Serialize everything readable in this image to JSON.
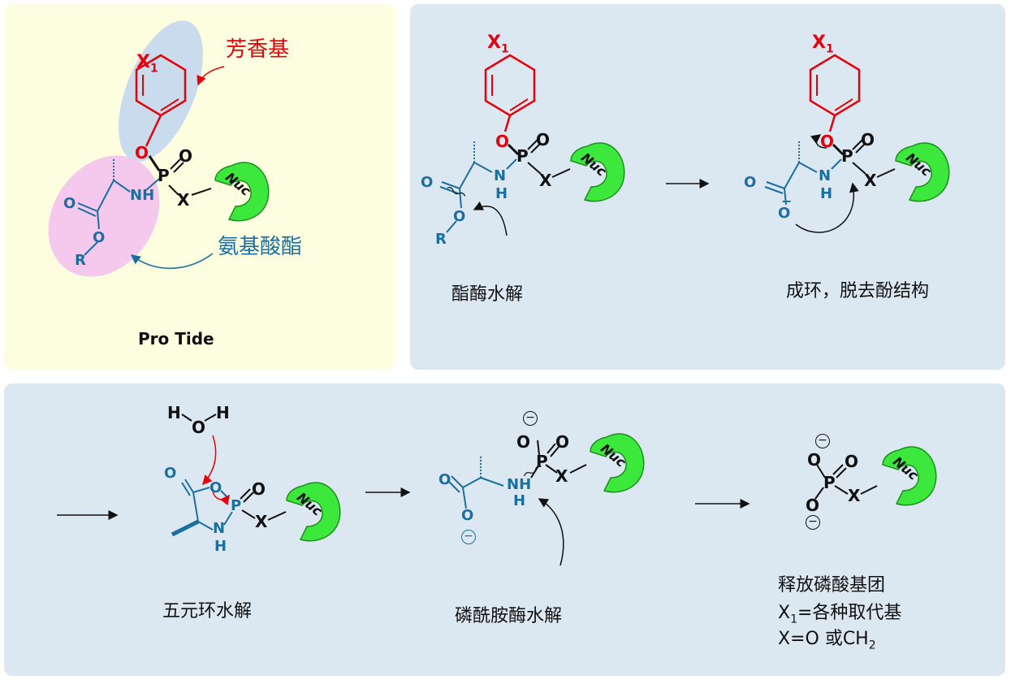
{
  "panels": {
    "a": {
      "caption": "Pro Tide",
      "label_aryl": "芳香基",
      "label_aminoester": "氨基酸酯",
      "x1": "X",
      "x1_sub": "1",
      "nuc": "Nuc",
      "atoms": {
        "O": "O",
        "P": "P",
        "N": "N",
        "H": "H",
        "R": "R",
        "X": "X"
      }
    },
    "b": {
      "caption_left": "酯酶水解",
      "caption_right": "成环，脱去酚结构",
      "charge": "−"
    },
    "c": {
      "caption_1": "五元环水解",
      "caption_2": "磷酰胺酶水解",
      "caption_3": "释放磷酸基团",
      "legend_x1_prefix": "X",
      "legend_x1_sub": "1",
      "legend_x1_text": "=各种取代基",
      "legend_x_text": "X=O 或CH",
      "legend_x_sub": "2",
      "charge": "−"
    }
  },
  "colors": {
    "panel_a_bg": "#fdfde0",
    "panel_bg": "#dce8f1",
    "aryl_red": "#e8000b",
    "amino_blue": "#1a6fa0",
    "nuc_green": "#39e639",
    "ellipse_blue": "#c9dcee",
    "ellipse_pink": "#f5c9ee"
  }
}
